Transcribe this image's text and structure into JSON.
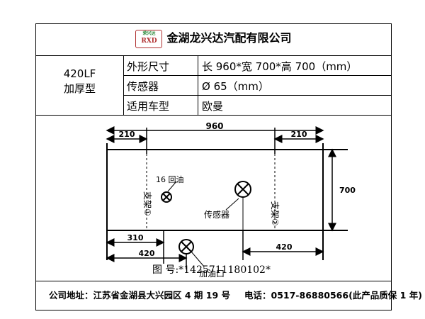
{
  "header": {
    "company_name": "金湖龙兴达汽配有限公司",
    "logo_top": "荣兴达",
    "logo_bottom": "RXD"
  },
  "spec": {
    "model": [
      "420LF",
      "加厚型"
    ],
    "rows": [
      {
        "label": "外形尺寸",
        "value": "长 960*宽 700*高 700（mm）"
      },
      {
        "label": "传感器",
        "value": "Ø 65（mm）"
      },
      {
        "label": "适用车型",
        "value": "欧曼"
      }
    ]
  },
  "drawing": {
    "dim_total": "960",
    "dim_left_top": "210",
    "dim_right_top": "210",
    "dim_height": "700",
    "dim_bottom_left_inner": "310",
    "dim_bottom_left_outer": "420",
    "dim_bottom_right": "420",
    "label_return": "16 回油",
    "label_support1": "支架①",
    "label_support2": "支架②",
    "label_sensor": "传感器",
    "label_fill": "加油口"
  },
  "drawing_number": "图 号:*1425711180102*",
  "footer": {
    "address": "公司地址：江苏省金湖县大兴园区 4 期 19 号",
    "phone": "电话：0517-86880566(此产品质保 1 年)"
  }
}
